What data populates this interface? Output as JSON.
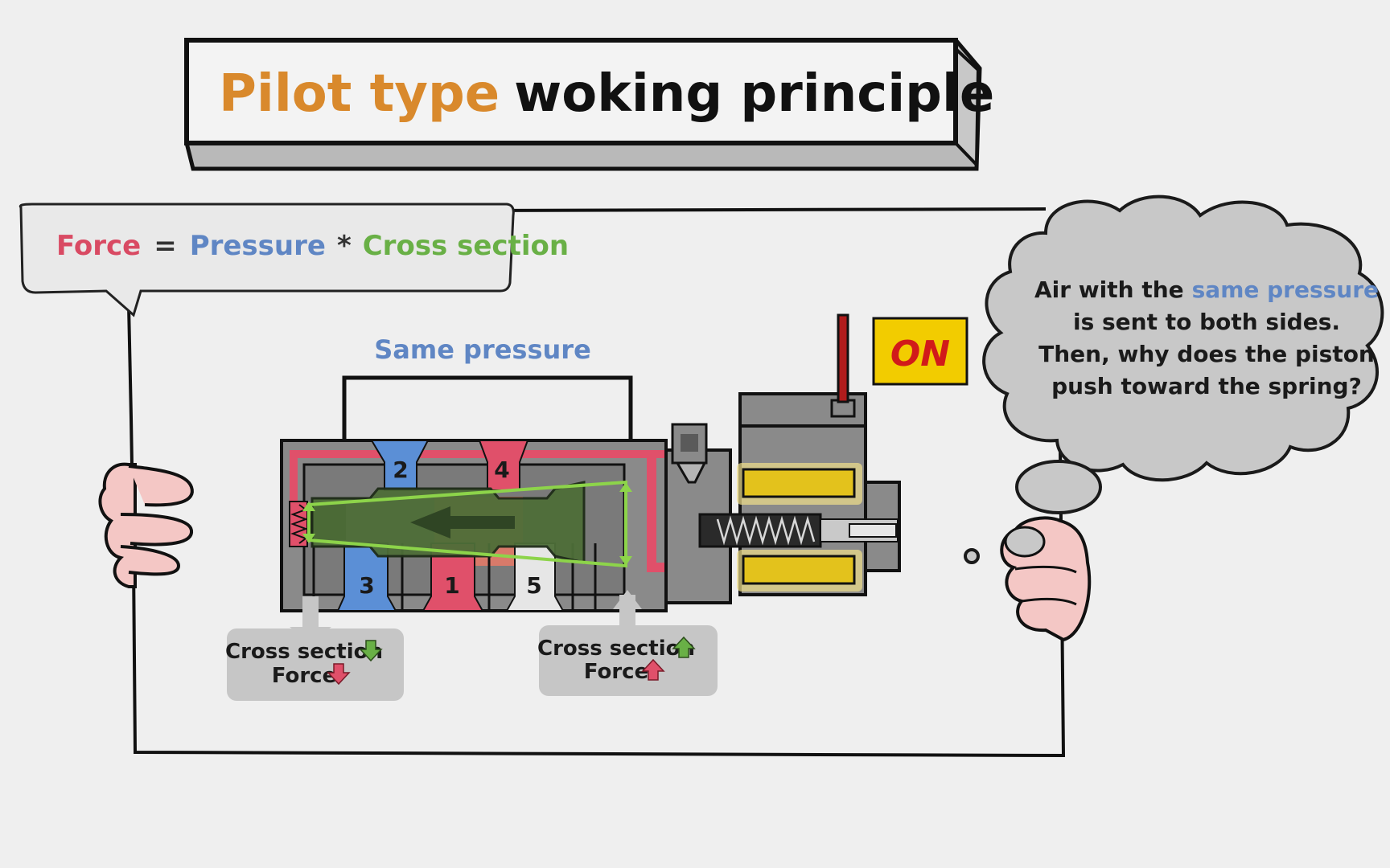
{
  "title": {
    "part1": "Pilot type",
    "part2": "woking principle"
  },
  "formula": {
    "force": "Force",
    "equals": "=",
    "pressure": "Pressure",
    "times": "*",
    "cross_section": "Cross section"
  },
  "same_pressure_label": "Same pressure",
  "ports": {
    "p2": "2",
    "p4": "4",
    "p3": "3",
    "p1": "1",
    "p5": "5"
  },
  "on_badge": "ON",
  "thought": {
    "line1_a": "Air with the",
    "line1_b": "same pressure",
    "line2": "is sent to both sides.",
    "line3": "Then, why does the piston",
    "line4": "push toward the spring?"
  },
  "callout_left": {
    "line1": "Cross section",
    "line2": "Force"
  },
  "callout_right": {
    "line1": "Cross section",
    "line2": "Force"
  },
  "colors": {
    "title_orange": "#d9892c",
    "force_red": "#d94a63",
    "pressure_blue": "#5f86c4",
    "cross_green": "#69b046",
    "valve_gray": "#8a8a8a",
    "port_blue": "#5b8fd6",
    "port_red": "#e0506a",
    "piston_green": "#4e6e38",
    "coil_yellow": "#e3c21c",
    "on_yellow": "#f2cc00",
    "on_red": "#d11a1a"
  }
}
